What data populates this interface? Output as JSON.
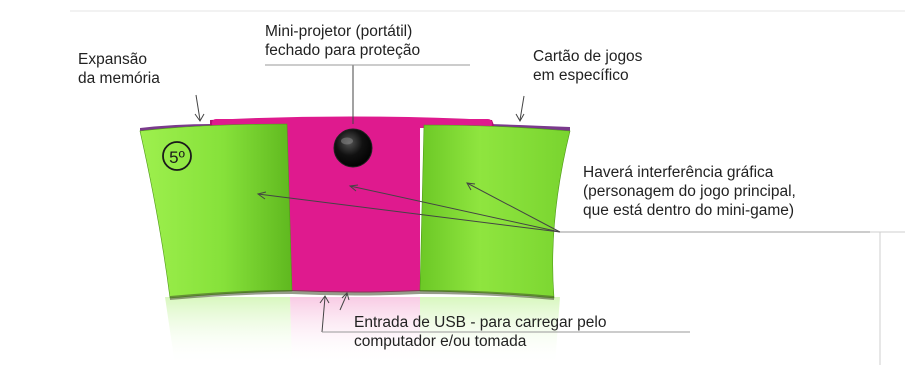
{
  "labels": {
    "memory_expansion": [
      "Expansão",
      "da memória"
    ],
    "mini_projector": [
      "Mini-projetor (portátil)",
      "fechado para proteção"
    ],
    "game_card": [
      "Cartão de jogos",
      "em específico"
    ],
    "graphic_interference": [
      "Haverá interferência gráfica",
      "(personagem do jogo principal,",
      "que está dentro do mini-game)"
    ],
    "usb_input": [
      "Entrada de USB - para carregar pelo",
      "computador e/ou tomada"
    ]
  },
  "badge": "5º",
  "colors": {
    "green": "#86e13a",
    "green_dark": "#5fb81f",
    "magenta": "#df1a8e",
    "magenta_dark": "#b30f70",
    "purple_edge": "#7a3a8c",
    "line": "#444444"
  }
}
